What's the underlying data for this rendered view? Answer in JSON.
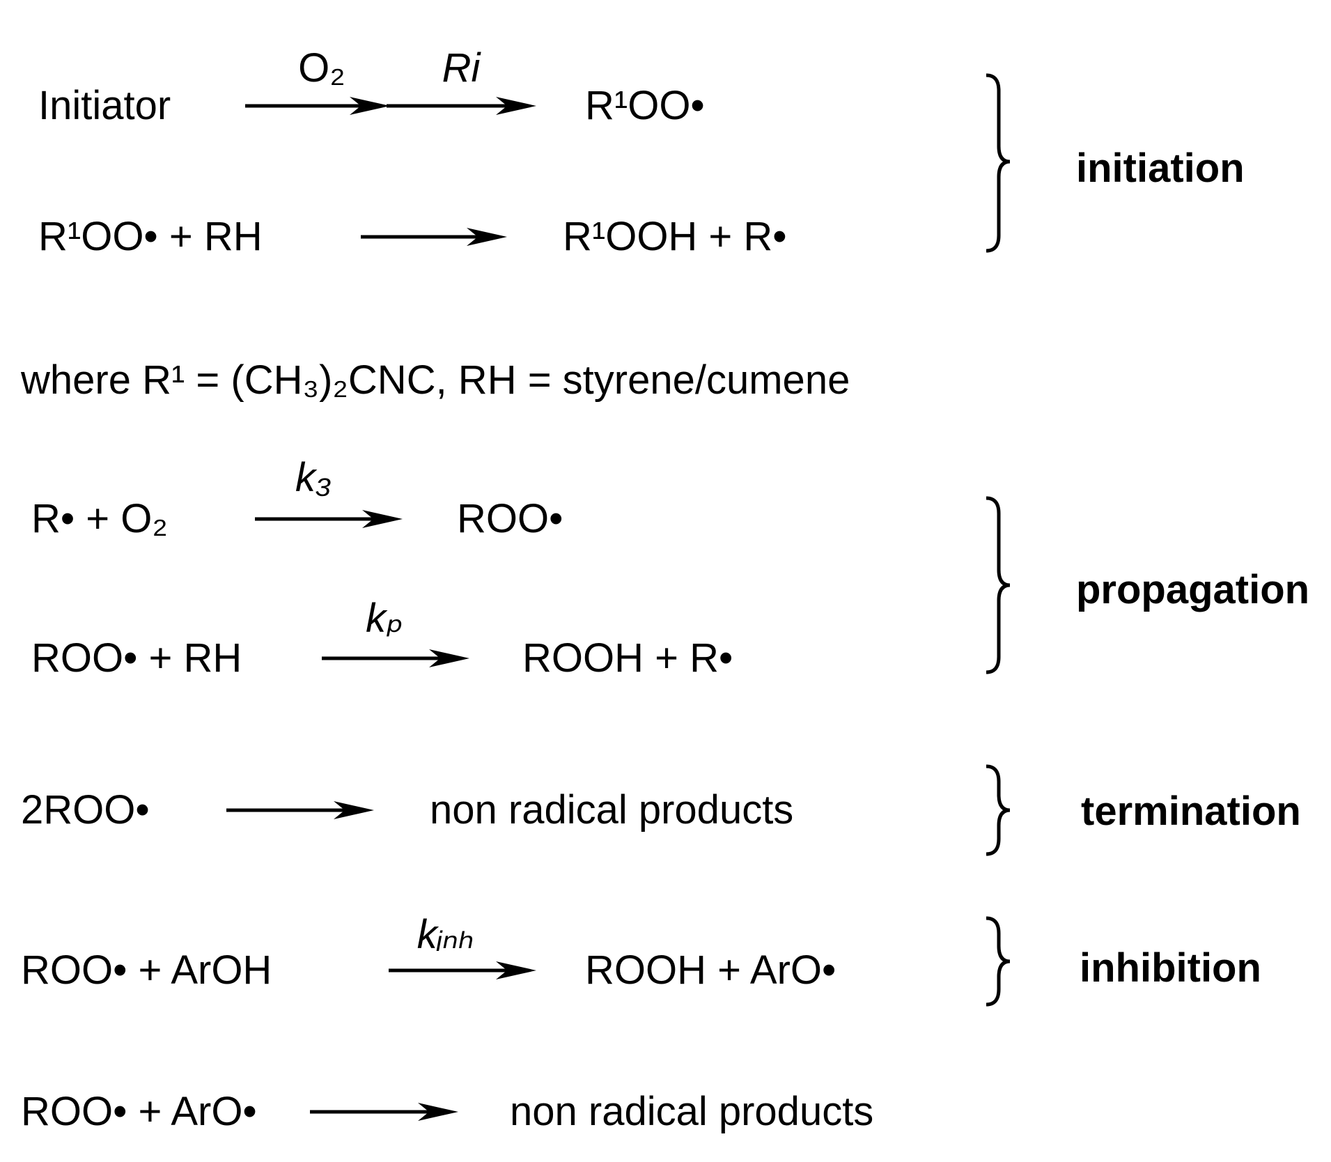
{
  "reactions": [
    {
      "id": "r1",
      "left": "Initiator",
      "right": "R¹OO•",
      "labels": [
        "O₂",
        "Ri"
      ],
      "label_italic": [
        false,
        true
      ]
    },
    {
      "id": "r2",
      "left": "R¹OO• + RH",
      "right": "R¹OOH + R•",
      "labels": [],
      "label_italic": []
    },
    {
      "id": "r3",
      "left": "R• + O₂",
      "right": "ROO•",
      "labels": [
        "k₃"
      ],
      "label_italic": [
        true
      ]
    },
    {
      "id": "r4",
      "left": "ROO• + RH",
      "right": "ROOH + R•",
      "labels": [
        "kₚ"
      ],
      "label_italic": [
        true
      ]
    },
    {
      "id": "r5",
      "left": "2ROO•",
      "right": "non radical products",
      "labels": [],
      "label_italic": []
    },
    {
      "id": "r6",
      "left": "ROO• + ArOH",
      "right": "ROOH + ArO•",
      "labels": [
        "kᵢₙₕ"
      ],
      "label_italic": [
        true
      ]
    },
    {
      "id": "r7",
      "left": "ROO• + ArO•",
      "right": "non radical products",
      "labels": [],
      "label_italic": []
    }
  ],
  "note": "where R¹ = (CH₃)₂CNC, RH = styrene/cumene",
  "stages": [
    "initiation",
    "propagation",
    "termination",
    "inhibition"
  ]
}
